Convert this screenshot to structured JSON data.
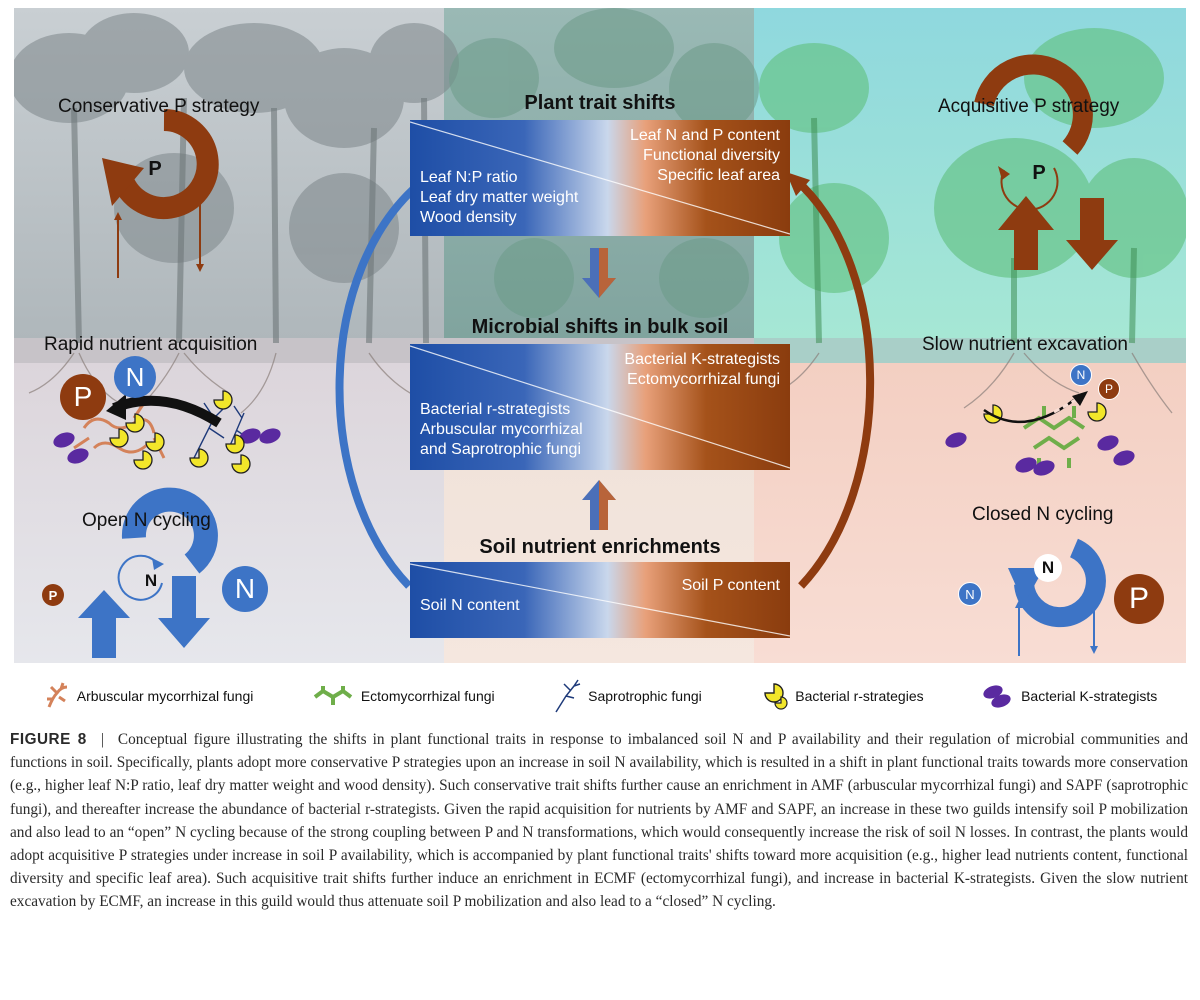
{
  "plant_box": {
    "title": "Plant trait shifts",
    "left_lines": [
      "Leaf N:P ratio",
      "Leaf dry matter weight",
      "Wood density"
    ],
    "right_lines": [
      "Leaf N and P content",
      "Functional diversity",
      "Specific leaf area"
    ]
  },
  "microbial_box": {
    "title": "Microbial shifts in bulk soil",
    "left_lines": [
      "Bacterial r-strategists",
      "Arbuscular mycorrhizal",
      "and Saprotrophic fungi"
    ],
    "right_lines": [
      "Bacterial K-strategists",
      "Ectomycorrhizal fungi"
    ]
  },
  "soil_box": {
    "title": "Soil nutrient enrichments",
    "left_text": "Soil N content",
    "right_text": "Soil P content"
  },
  "left_panel": {
    "p_strategy": "Conservative P strategy",
    "nutrient": "Rapid nutrient acquisition",
    "n_cycling": "Open N cycling"
  },
  "right_panel": {
    "p_strategy": "Acquisitive P strategy",
    "nutrient": "Slow nutrient excavation",
    "n_cycling": "Closed N cycling"
  },
  "symbols": {
    "p": "P",
    "n": "N"
  },
  "legend": [
    {
      "icon": "amf-icon",
      "label": "Arbuscular mycorrhizal fungi"
    },
    {
      "icon": "ecmf-icon",
      "label": "Ectomycorrhizal fungi"
    },
    {
      "icon": "sapf-icon",
      "label": "Saprotrophic fungi"
    },
    {
      "icon": "bacteria-r-icon",
      "label": "Bacterial r-strategies"
    },
    {
      "icon": "bacteria-k-icon",
      "label": "Bacterial K-strategists"
    }
  ],
  "colors": {
    "n_blue": "#3b6fc4",
    "p_brown": "#8b3a10",
    "box_blue": "#2a55a8",
    "box_brown": "#9a4a16",
    "bacteria_r": "#f2e62a",
    "bacteria_k": "#5a2aa0",
    "amf": "#d4825a",
    "ecmf": "#6fae4a",
    "sapf": "#1e3a7a"
  },
  "caption": {
    "label": "FIGURE 8",
    "separator": "|",
    "text": "Conceptual figure illustrating the shifts in plant functional traits in response to imbalanced soil N and P availability and their regulation of microbial communities and functions in soil. Specifically, plants adopt more conservative P strategies upon an increase in soil N availability, which is resulted in a shift in plant functional traits towards more conservation (e.g., higher leaf N:P ratio, leaf dry matter weight and wood density). Such conservative trait shifts further cause an enrichment in AMF (arbuscular mycorrhizal fungi) and SAPF (saprotrophic fungi), and thereafter increase the abundance of bacterial r-strategists. Given the rapid acquisition for nutrients by AMF and SAPF, an increase in these two guilds intensify soil P mobilization and also lead to an “open” N cycling because of the strong coupling between P and N transformations, which would consequently increase the risk of soil N losses. In contrast, the plants would adopt acquisitive P strategies under increase in soil P availability, which is accompanied by plant functional traits' shifts toward more acquisition (e.g., higher lead nutrients content, functional diversity and specific leaf area). Such acquisitive trait shifts further induce an enrichment in ECMF (ectomycorrhizal fungi), and increase in bacterial K-strategists. Given the slow nutrient excavation by ECMF, an increase in this guild would thus attenuate soil P mobilization and also lead to a “closed” N cycling."
  }
}
